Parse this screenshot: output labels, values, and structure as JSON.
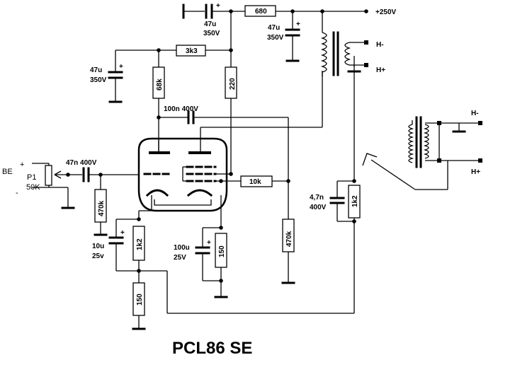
{
  "title": "PCL86 SE",
  "supply": {
    "label": "+250V"
  },
  "output": {
    "h_minus": "H-",
    "h_plus": "H+"
  },
  "input": {
    "be": "BE",
    "plus": "+",
    "minus": "-",
    "pot_name": "P1",
    "pot_value": "50K"
  },
  "components": {
    "c_top_value": "47u",
    "c_top_voltage": "350V",
    "r_680": "680",
    "c_filter_value": "47u",
    "c_filter_voltage": "350V",
    "r_3k3": "3k3",
    "c_left_value": "47u",
    "c_left_voltage": "350V",
    "r_68k": "68k",
    "r_220": "220",
    "c_coupling": "100n 400V",
    "c_input": "47n 400V",
    "r_470k_grid": "470k",
    "r_10k": "10k",
    "r_470k_right": "470k",
    "c_fb_value": "4,7n",
    "c_fb_voltage": "400V",
    "r_1k2_fb": "1k2",
    "c_cathode1_value": "10u",
    "c_cathode1_voltage": "25v",
    "r_1k2_cathode": "1k2",
    "r_150_bottom": "150",
    "c_cathode2_value": "100u",
    "c_cathode2_voltage": "25V",
    "r_150_cathode": "150"
  }
}
